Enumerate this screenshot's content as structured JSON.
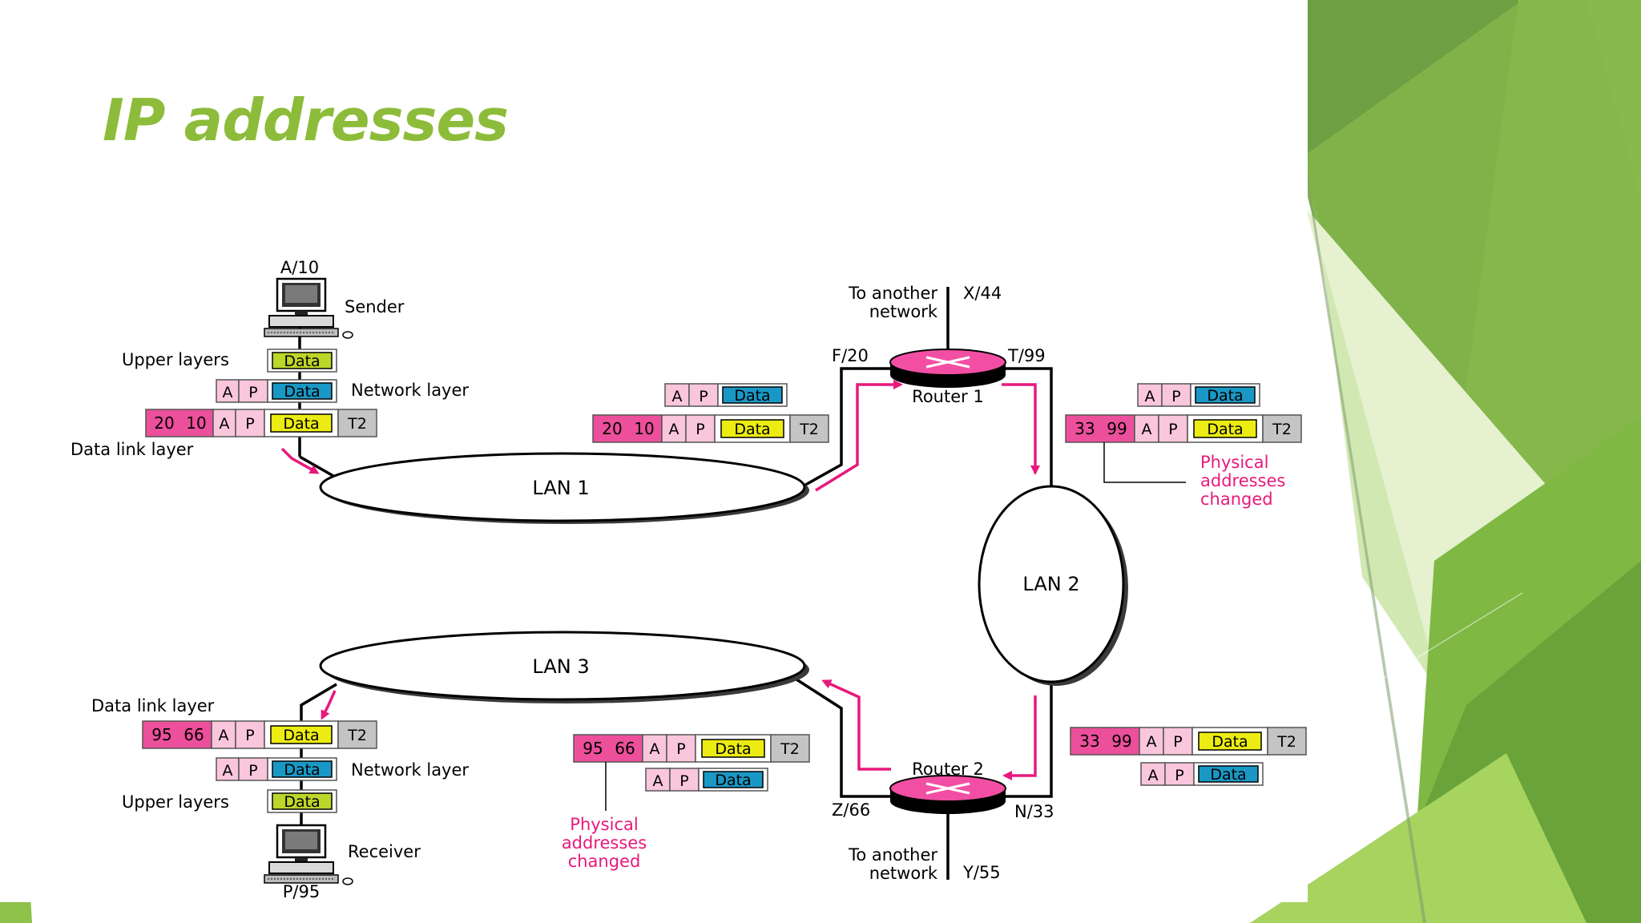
{
  "slide": {
    "title": "IP addresses"
  },
  "colors": {
    "accent_green": "#8cbc3a",
    "packet_pink": "#ec4f9b",
    "packet_light_pink": "#f9c6dc",
    "data_yellow": "#ecec13",
    "data_green": "#bdd62a",
    "data_blue": "#1a98c5",
    "trailer_gray": "#c4c4c4",
    "arrow_magenta": "#e7197c"
  },
  "diagram": {
    "sender": {
      "address": "A/10",
      "label": "Sender"
    },
    "receiver": {
      "address": "P/95",
      "label": "Receiver"
    },
    "layers": {
      "upper": "Upper layers",
      "network": "Network layer",
      "data_link": "Data link layer"
    },
    "lans": {
      "lan1": "LAN 1",
      "lan2": "LAN 2",
      "lan3": "LAN 3"
    },
    "routers": {
      "router1": {
        "label": "Router 1",
        "left_port": "F/20",
        "right_port": "T/99",
        "top_port": "X/44"
      },
      "router2": {
        "label": "Router 2",
        "left_port": "Z/66",
        "right_port": "N/33",
        "bottom_port": "Y/55"
      }
    },
    "to_another_network": {
      "line1": "To another",
      "line2": "network"
    },
    "physical_note": {
      "line1": "Physical",
      "line2": "addresses",
      "line3": "changed"
    },
    "packet": {
      "a": "A",
      "p": "P",
      "data": "Data",
      "trailer": "T2"
    },
    "frames": {
      "lan1": {
        "dst": "20",
        "src": "10"
      },
      "lan2": {
        "dst": "33",
        "src": "99"
      },
      "lan3": {
        "dst": "95",
        "src": "66"
      }
    }
  }
}
